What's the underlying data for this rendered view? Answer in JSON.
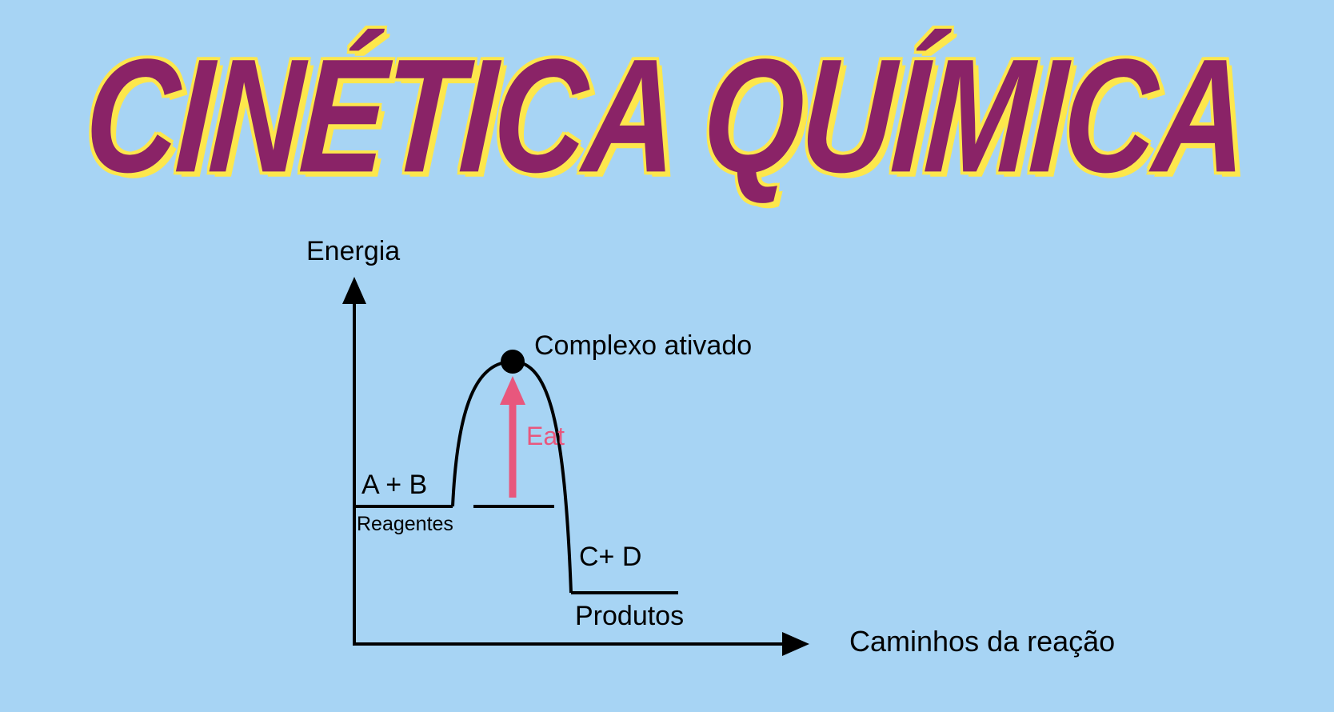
{
  "title": {
    "text": "CINÉTICA QUÍMICA"
  },
  "colors": {
    "background": "#a7d4f4",
    "title": "#8a2367",
    "titleOutline": "#fde74c",
    "ink": "#000000",
    "accent": "#e8577d"
  },
  "diagram": {
    "y_axis_label": "Energia",
    "x_axis_label": "Caminhos da reação",
    "peak_label": "Complexo ativado",
    "reactants_formula": "A + B",
    "reactants_label": "Reagentes",
    "products_formula": "C+ D",
    "products_label": "Produtos",
    "activation_energy_label": "Eat"
  }
}
